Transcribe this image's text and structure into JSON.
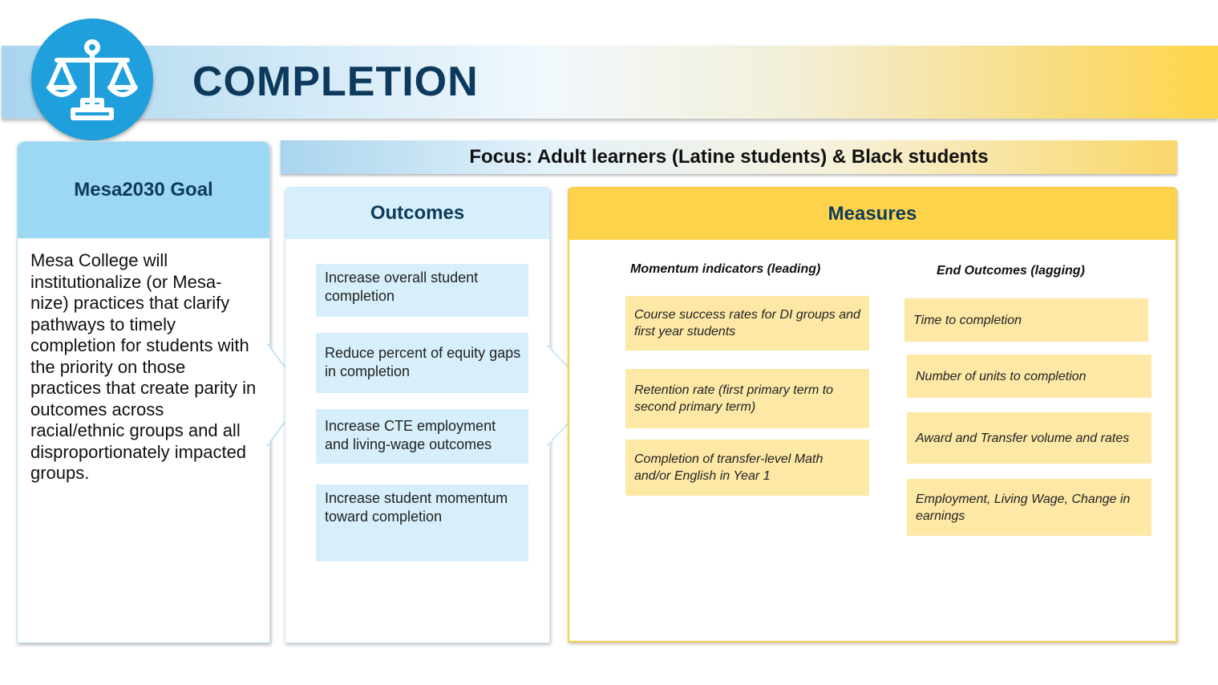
{
  "header": {
    "title": "COMPLETION",
    "icon": "scales-icon"
  },
  "focus": {
    "text": "Focus: Adult learners (Latine students) & Black students"
  },
  "goal": {
    "heading": "Mesa2030 Goal",
    "body": "Mesa College will institutionalize (or Mesa-nize) practices that clarify pathways to timely completion for students with the priority on those practices that create parity in outcomes across racial/ethnic groups and all disproportionately impacted groups."
  },
  "outcomes": {
    "heading": "Outcomes",
    "items": [
      "Increase overall student completion",
      "Reduce percent of equity gaps in completion",
      "Increase CTE employment and living-wage outcomes",
      "Increase student momentum toward completion"
    ]
  },
  "measures": {
    "heading": "Measures",
    "leading": {
      "heading": "Momentum indicators (leading)",
      "items": [
        "Course success rates for DI groups and first year students",
        "Retention rate (first primary term to second primary term)",
        "Completion of transfer-level Math and/or English in Year 1"
      ]
    },
    "lagging": {
      "heading": "End Outcomes (lagging)",
      "items": [
        "Time to completion",
        "Number of units to completion",
        "Award and Transfer volume and rates",
        "Employment, Living Wage, Change in earnings"
      ]
    }
  },
  "colors": {
    "navy": "#0d3a5c",
    "blue": "#1fa0dc",
    "yellow": "#fdd34c",
    "light_blue": "#d6effa",
    "light_yellow": "#fde8a6"
  }
}
